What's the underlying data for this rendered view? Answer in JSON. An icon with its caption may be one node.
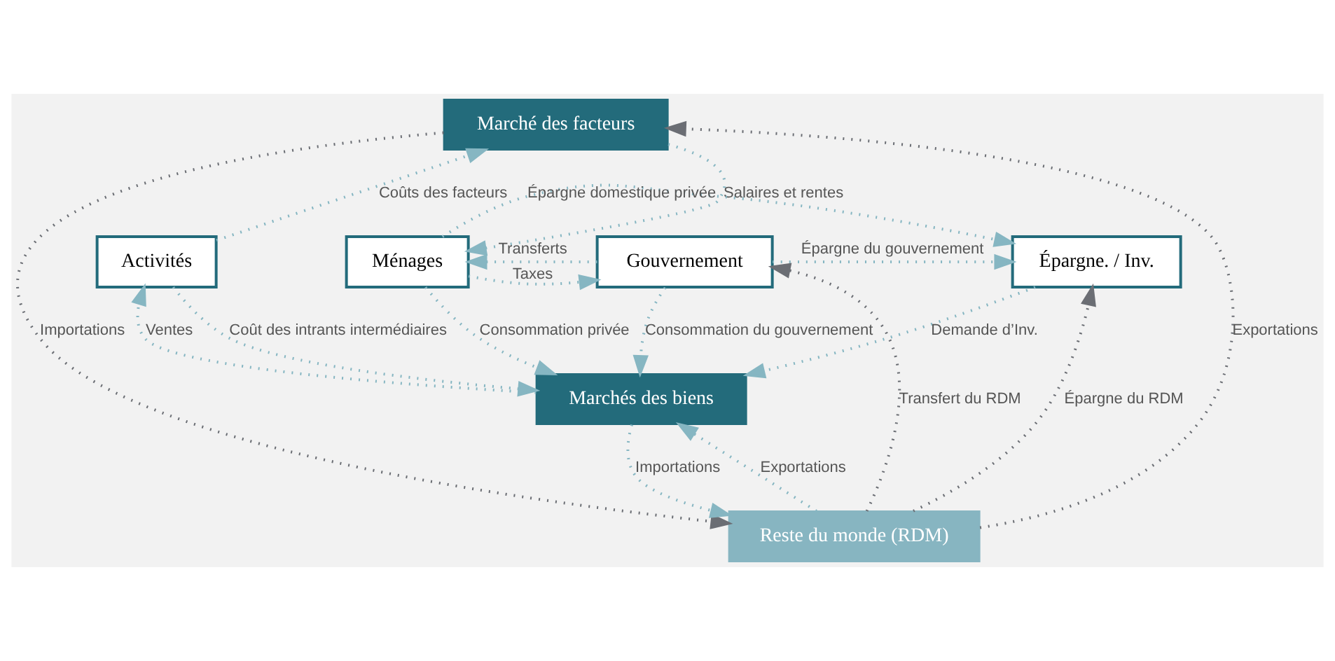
{
  "diagram": {
    "nodes": [
      {
        "text": [
          "Marché des facteurs"
        ]
      },
      {
        "text": [
          "Activités"
        ]
      },
      {
        "text": [
          "Ménages"
        ]
      },
      {
        "text": [
          "Gouvernement"
        ]
      },
      {
        "text": [
          "Épargne. / Inv."
        ]
      },
      {
        "text": [
          "Marchés des biens"
        ]
      },
      {
        "text": [
          "Reste du monde (RDM)"
        ]
      }
    ],
    "edges": [
      {
        "from": 1,
        "to": 0,
        "arrow": "to",
        "label": "Coûts des facteurs"
      },
      {
        "from": 0,
        "to": 2,
        "arrow": "to",
        "label": "Salaires et rentes"
      },
      {
        "from": 2,
        "to": 4,
        "arrow": "to",
        "label": "Épargne domestique privée"
      },
      {
        "from": 2,
        "to": 3,
        "arrow": "to",
        "label": "Taxes"
      },
      {
        "from": 3,
        "to": 4,
        "arrow": "to",
        "label": "Épargne du gouvernement"
      },
      {
        "from": 3,
        "to": 2,
        "arrow": "to",
        "label": "Transferts"
      },
      {
        "from": 1,
        "to": 5,
        "arrow": "to",
        "label": "Coût des intrants intermédiaires"
      },
      {
        "from": 5,
        "to": 1,
        "arrow": "to",
        "label": "Ventes"
      },
      {
        "from": 2,
        "to": 5,
        "arrow": "to",
        "label": "Consommation privée"
      },
      {
        "from": 3,
        "to": 5,
        "arrow": "to",
        "label": "Consommation du gouvernement"
      },
      {
        "from": 4,
        "to": 5,
        "arrow": "to",
        "label": "Demande d’Inv."
      },
      {
        "from": 6,
        "to": 5,
        "arrow": "to",
        "label": "Exportations"
      },
      {
        "from": 5,
        "to": 6,
        "arrow": "to",
        "label": "Importations"
      },
      {
        "from": 6,
        "to": 0,
        "arrow": "to",
        "label": "Exportations",
        "color": "#6b6e74"
      },
      {
        "from": 0,
        "to": 6,
        "arrow": "to",
        "label": "Importations",
        "color": "#6b6e74"
      },
      {
        "from": 6,
        "to": 3,
        "arrow": "to",
        "label": "Transfert du RDM",
        "color": "#6b6e74"
      },
      {
        "from": 6,
        "to": 4,
        "arrow": "to",
        "label": "Épargne du RDM",
        "color": "#6b6e74"
      }
    ]
  }
}
